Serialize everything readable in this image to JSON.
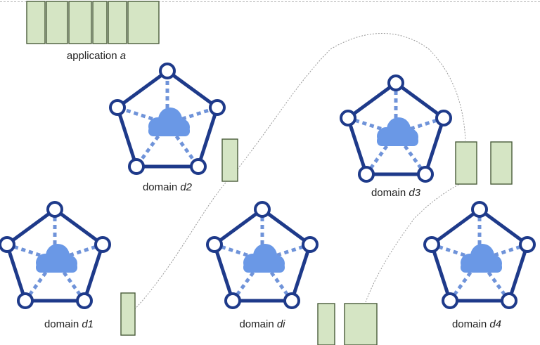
{
  "application": {
    "text": "application",
    "var": "a"
  },
  "domains": [
    {
      "id": "d2",
      "text": "domain",
      "var": "d2"
    },
    {
      "id": "d3",
      "text": "domain",
      "var": "d3"
    },
    {
      "id": "d1",
      "text": "domain",
      "var": "d1"
    },
    {
      "id": "di",
      "text": "domain",
      "var": "di"
    },
    {
      "id": "d4",
      "text": "domain",
      "var": "d4"
    }
  ],
  "colors": {
    "network_edge": "#1e3a8a",
    "spoke": "#6f93d9",
    "cloud": "#6a98e6",
    "block_fill": "#d5e5c4",
    "block_stroke": "#495c3a"
  },
  "icons": [
    "cloud-icon",
    "pentagon-network-icon",
    "application-block"
  ]
}
